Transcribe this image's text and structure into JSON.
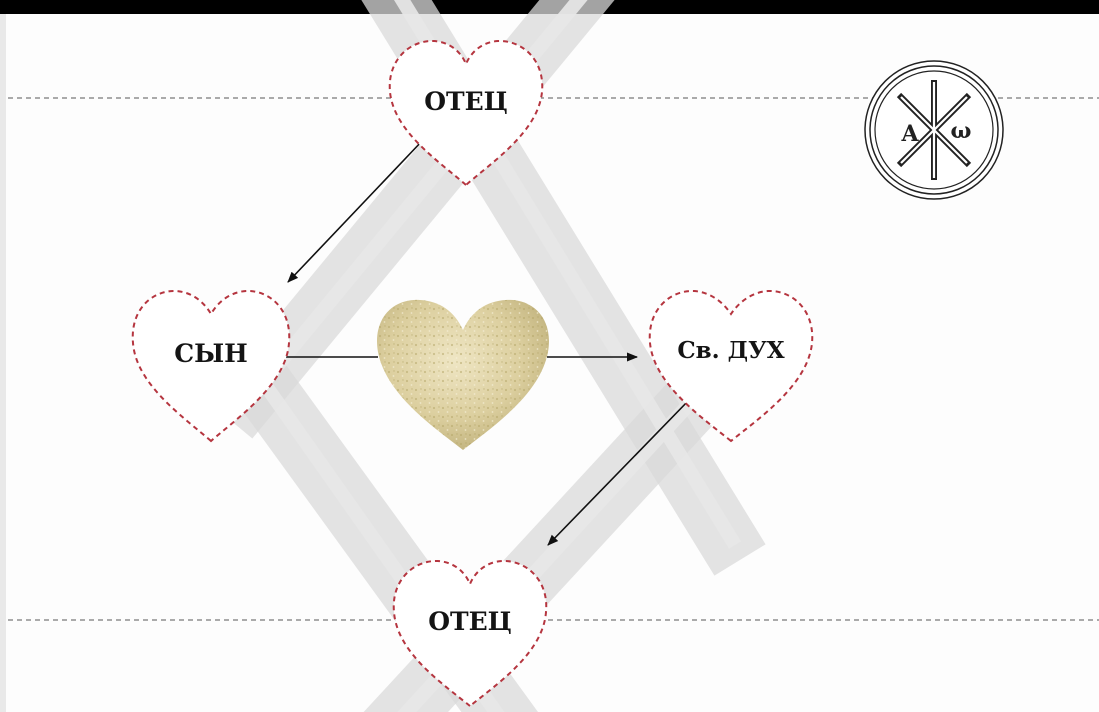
{
  "diagram": {
    "nodes": {
      "father_top": {
        "label": "ОТЕЦ"
      },
      "son": {
        "label": "СЫН"
      },
      "spirit": {
        "label": "Св. ДУХ"
      },
      "father_bottom": {
        "label": "ОТЕЦ"
      }
    },
    "center_image": "bread-heart",
    "seal": {
      "left_letter": "A",
      "right_letter": "ω",
      "icon": "chi-rho-cross-icon"
    },
    "colors": {
      "heart_outline": "#b5353f",
      "bars": "#d9d9d9",
      "dashed_lines": "#7a7a7a",
      "arrows": "#111111",
      "bread": "#d8cca0"
    }
  }
}
